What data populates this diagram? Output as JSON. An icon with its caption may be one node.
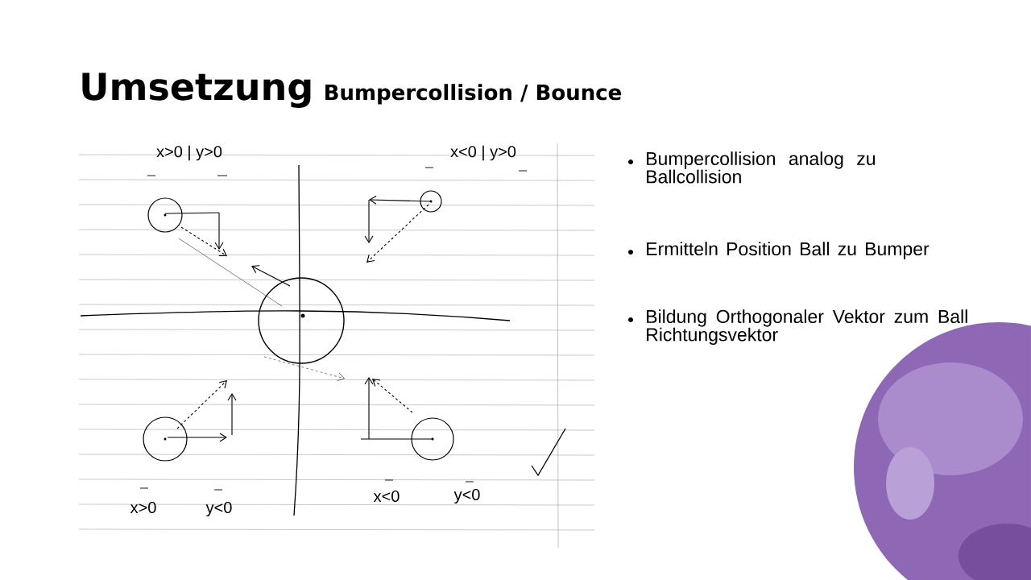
{
  "diagram": {
    "title": "Umsetzung",
    "labels": [
      "Bumpercollision / Bounce",
      "x>0 | y>0",
      "x<0 | y>0",
      "x>0",
      "y<0",
      "x<0",
      "y<0",
      "Bumpercollision analog zu Ballcollision",
      "Ermitteln Position Ball zu Bumper",
      "Bildung Orthogonaler Vektor zum Ball Richtungsvektor"
    ]
  }
}
